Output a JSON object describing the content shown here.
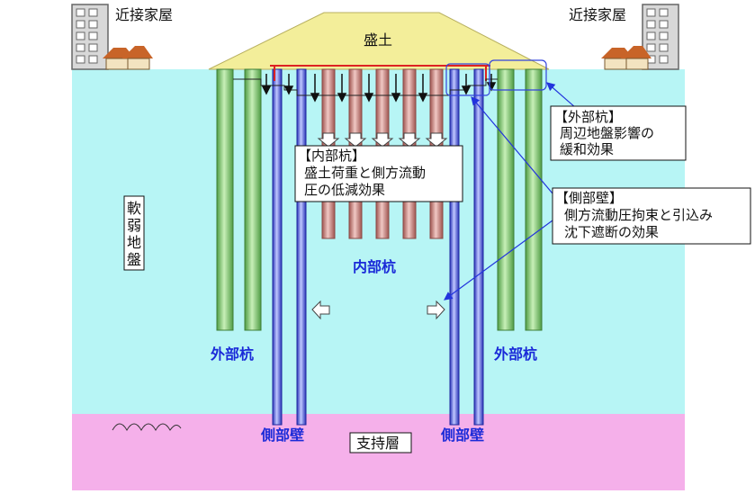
{
  "labels": {
    "neighbor_left": "近接家屋",
    "neighbor_right": "近接家屋",
    "embankment": "盛土",
    "soft_ground": [
      "軟",
      "弱",
      "地",
      "盤"
    ],
    "inner_pile": "内部杭",
    "outer_pile_left": "外部杭",
    "outer_pile_right": "外部杭",
    "side_wall_left": "側部壁",
    "side_wall_right": "側部壁",
    "bearing_layer": "支持層"
  },
  "callouts": {
    "outer": {
      "title": "【外部杭】",
      "lines": [
        "周辺地盤影響の",
        "緩和効果"
      ]
    },
    "inner": {
      "title": "【内部杭】",
      "lines": [
        "盛土荷重と側方流動",
        "圧の低減効果"
      ]
    },
    "wall": {
      "title": "【側部壁】",
      "lines": [
        "側方流動圧拘束と引込み",
        "沈下遮断の効果"
      ]
    }
  },
  "colors": {
    "soft_ground": "#b7f5f5",
    "bearing_layer": "#f5b0ea",
    "embankment": "#f3ee9a",
    "outer_pile": "#7ecb6e",
    "inner_pile": "#c97f7a",
    "side_wall": "#5560dd",
    "label_blue": "#1a2ad8",
    "callout_border": "#3344dd"
  },
  "icons": [
    "building-icon",
    "house-icon",
    "down-arrow-icon",
    "hollow-arrow-icon",
    "grass-icon"
  ]
}
